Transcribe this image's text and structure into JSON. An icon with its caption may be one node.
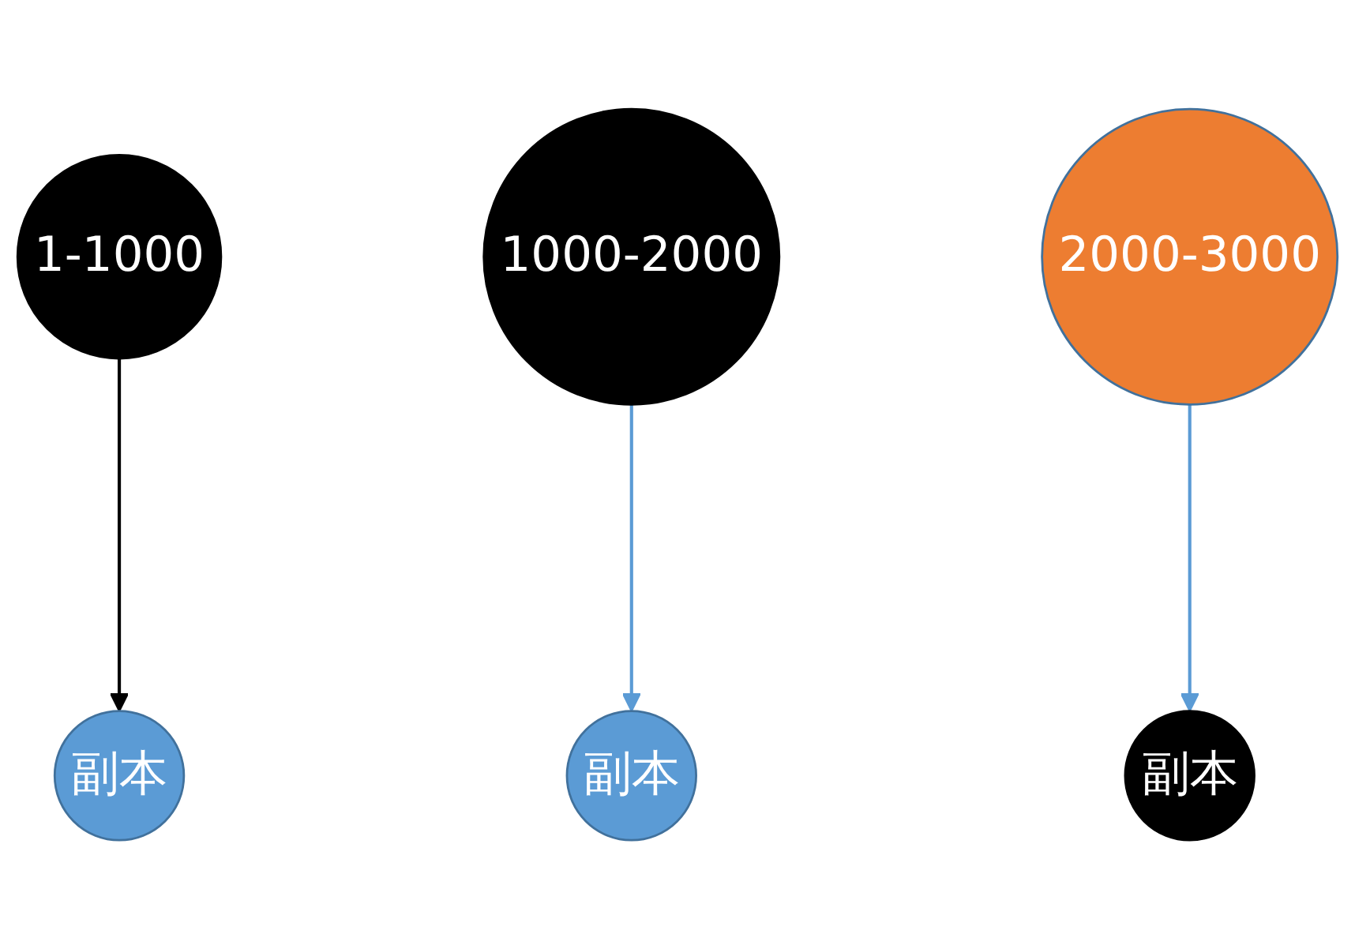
{
  "diagram": {
    "nodes": [
      {
        "text": [
          "1-1000"
        ]
      },
      {
        "text": [
          "1000-2000"
        ]
      },
      {
        "text": [
          "2000-3000"
        ]
      },
      {
        "text": [
          "副本"
        ]
      },
      {
        "text": [
          "副本"
        ]
      },
      {
        "text": [
          "副本"
        ]
      }
    ],
    "edges": [
      {
        "from": 0,
        "to": 3,
        "arrow": "to",
        "color": "#000000"
      },
      {
        "from": 1,
        "to": 4,
        "arrow": "to"
      },
      {
        "from": 2,
        "to": 5,
        "arrow": "to"
      }
    ]
  }
}
